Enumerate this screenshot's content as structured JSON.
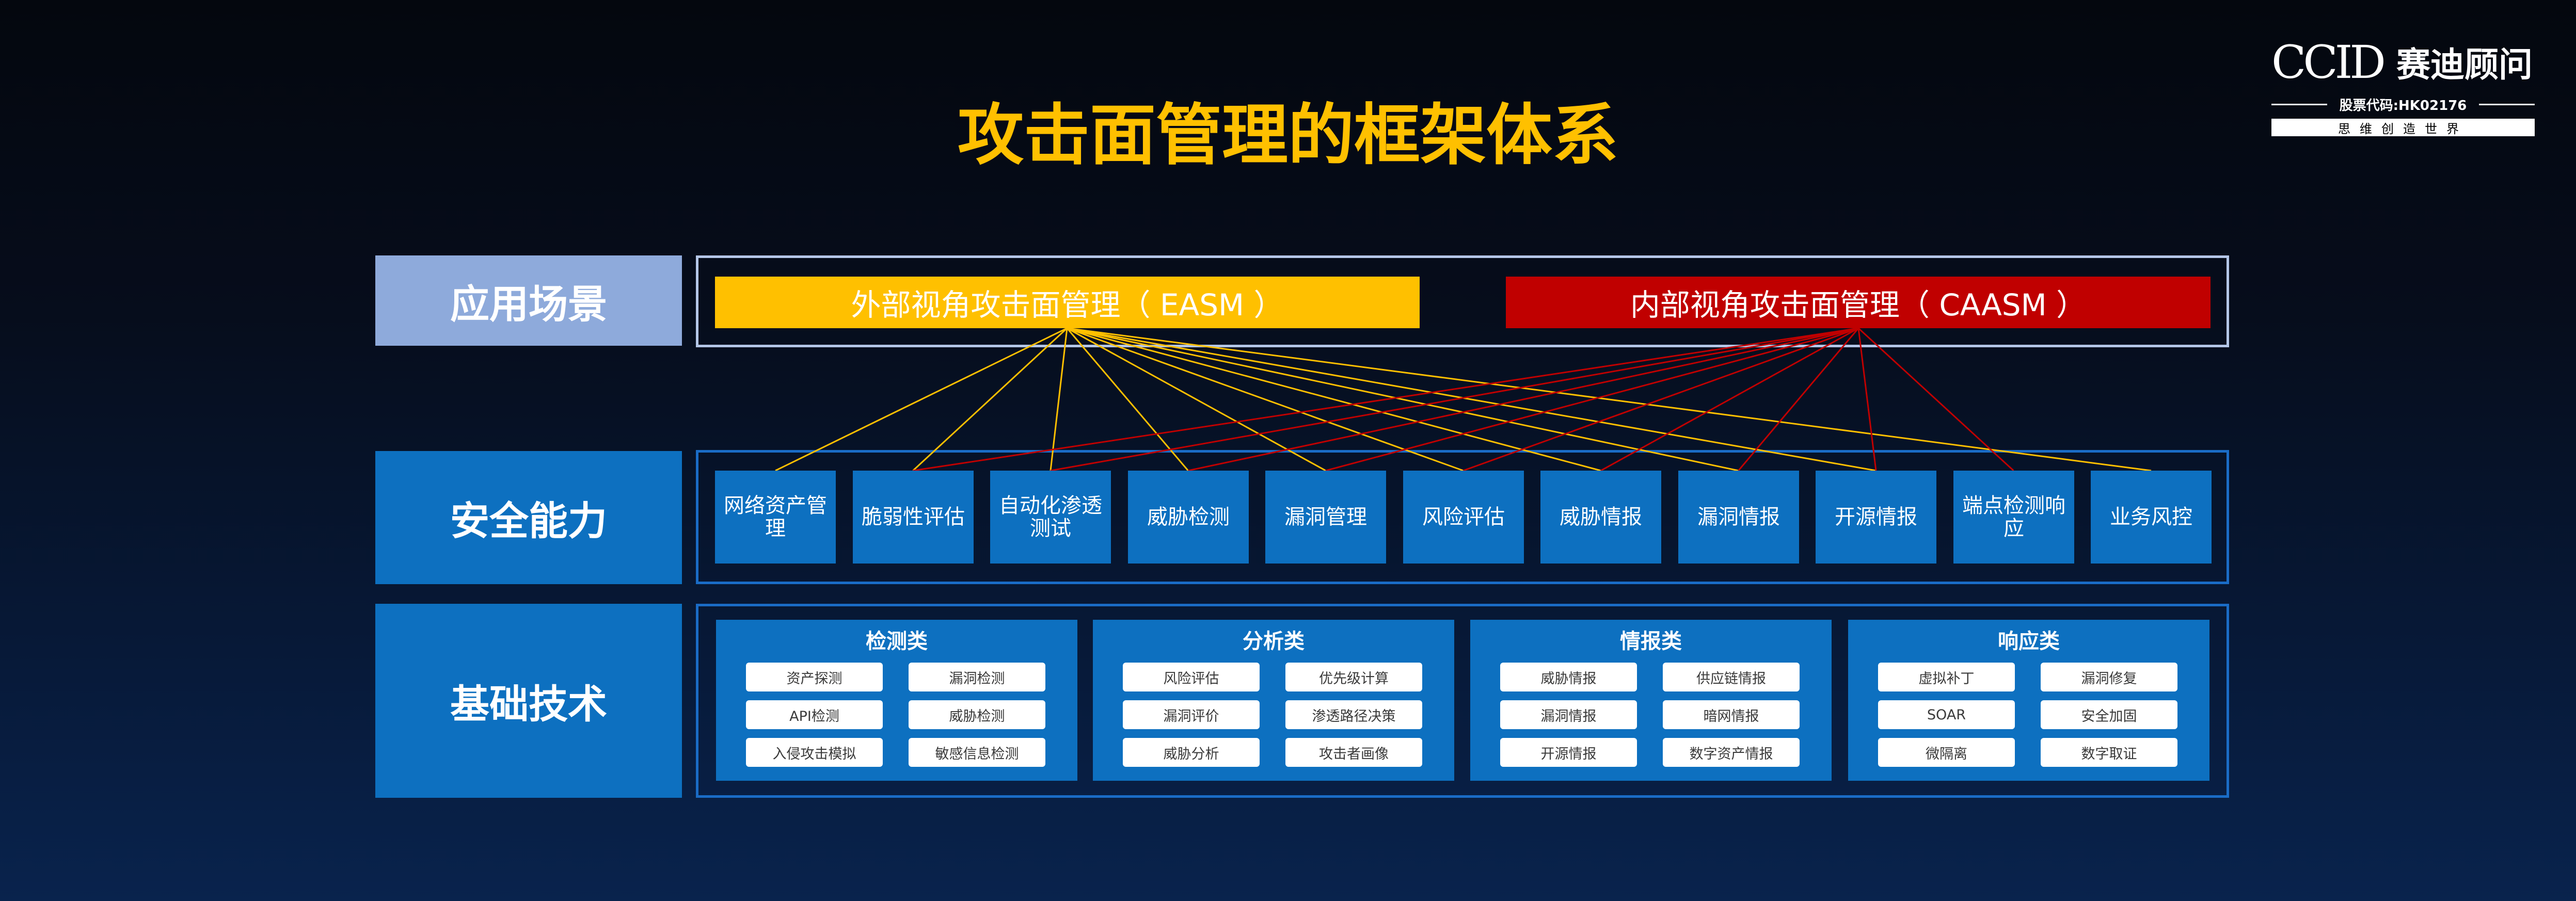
{
  "title": "攻击面管理的框架体系",
  "logo": {
    "latin": "CCID",
    "chinese": "赛迪顾问",
    "stock_code": "股票代码:HK02176",
    "slogan": "思维创造世界"
  },
  "rows": {
    "scenario": "应用场景",
    "capability": "安全能力",
    "technology": "基础技术"
  },
  "scenarios": {
    "external": "外部视角攻击面管理（ EASM ）",
    "internal": "内部视角攻击面管理（ CAASM ）"
  },
  "capabilities": [
    "网络资产管理",
    "脆弱性评估",
    "自动化渗透测试",
    "威胁检测",
    "漏洞管理",
    "风险评估",
    "威胁情报",
    "漏洞情报",
    "开源情报",
    "端点检测响应",
    "业务风控"
  ],
  "technologies": [
    {
      "name": "检测类",
      "items": [
        "资产探测",
        "漏洞检测",
        "API检测",
        "威胁检测",
        "入侵攻击模拟",
        "敏感信息检测"
      ]
    },
    {
      "name": "分析类",
      "items": [
        "风险评估",
        "优先级计算",
        "漏洞评价",
        "渗透路径决策",
        "威胁分析",
        "攻击者画像"
      ]
    },
    {
      "name": "情报类",
      "items": [
        "威胁情报",
        "供应链情报",
        "漏洞情报",
        "暗网情报",
        "开源情报",
        "数字资产情报"
      ]
    },
    {
      "name": "响应类",
      "items": [
        "虚拟补丁",
        "漏洞修复",
        "SOAR",
        "安全加固",
        "微隔离",
        "数字取证"
      ]
    }
  ],
  "links": {
    "external": [
      0,
      1,
      2,
      3,
      4,
      5,
      6,
      7,
      8,
      10
    ],
    "internal": [
      1,
      2,
      3,
      4,
      5,
      6,
      7,
      8,
      9
    ]
  },
  "colors": {
    "title": "#ffc000",
    "easm": "#ffc000",
    "caasm": "#c00000",
    "scenario_label": "#8eaadb",
    "box_blue": "#0d70c0",
    "frame_light": "#b4c6e7",
    "frame_blue": "#1a6cc6"
  }
}
